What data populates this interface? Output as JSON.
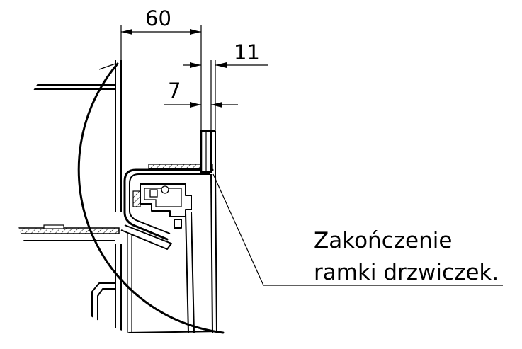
{
  "dimensions": {
    "top": "60",
    "right_upper": "11",
    "right_lower": "7"
  },
  "callout": {
    "line1": "Zakończenie",
    "line2": "ramki drzwiczek."
  }
}
